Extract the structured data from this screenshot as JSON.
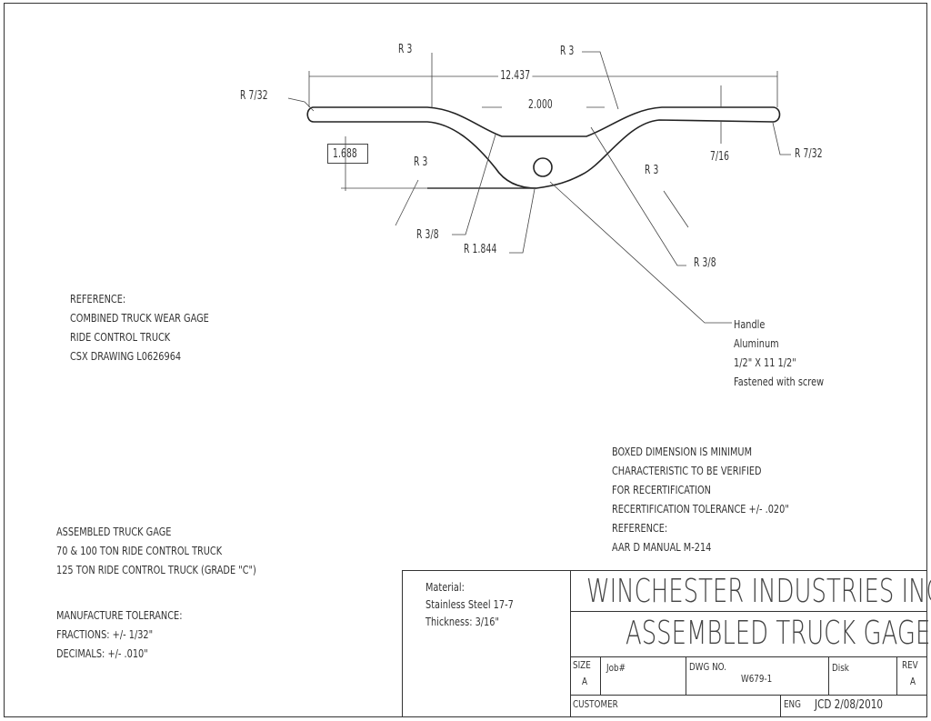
{
  "dimensions": {
    "r3_top_left": "R 3",
    "r3_top_right": "R 3",
    "overall_length": "12.437",
    "r732_left": "R 7/32",
    "r732_right": "R 7/32",
    "center_width": "2.000",
    "boxed_height": "1.688",
    "r3_mid_left": "R 3",
    "r3_mid_right": "R 3",
    "thickness_716": "7/16",
    "r38_left": "R 3/8",
    "r1844": "R 1.844",
    "r38_right": "R 3/8"
  },
  "handle_note": [
    "Handle",
    "Aluminum",
    "1/2\" X 11 1/2\"",
    "Fastened with screw"
  ],
  "reference_note": [
    "REFERENCE:",
    "COMBINED TRUCK WEAR GAGE",
    "RIDE CONTROL TRUCK",
    "CSX DRAWING L0626964"
  ],
  "boxed_note": [
    "BOXED DIMENSION IS MINIMUM",
    "CHARACTERISTIC TO BE VERIFIED",
    "FOR RECERTIFICATION",
    "RECERTIFICATION TOLERANCE +/- .020\"",
    "REFERENCE:",
    "AAR  D  MANUAL  M-214"
  ],
  "assembly_note": [
    "ASSEMBLED TRUCK GAGE",
    "70 & 100 TON RIDE CONTROL TRUCK",
    "125 TON RIDE CONTROL TRUCK (GRADE \"C\")"
  ],
  "tolerance_note": [
    "MANUFACTURE TOLERANCE:",
    "FRACTIONS: +/- 1/32\"",
    "DECIMALS: +/- .010\""
  ],
  "title_block": {
    "material": [
      "Material:",
      "Stainless Steel 17-7",
      "Thickness: 3/16\""
    ],
    "company": "WINCHESTER INDUSTRIES INC.",
    "title": "ASSEMBLED TRUCK GAGE",
    "size_label": "SIZE",
    "size_value": "A",
    "job_label": "Job#",
    "dwg_label": "DWG NO.",
    "dwg_value": "W679-1",
    "disk_label": "Disk",
    "rev_label": "REV",
    "rev_value": "A",
    "customer_label": "CUSTOMER",
    "eng_label": "ENG",
    "eng_value": "JCD  2/08/2010"
  }
}
